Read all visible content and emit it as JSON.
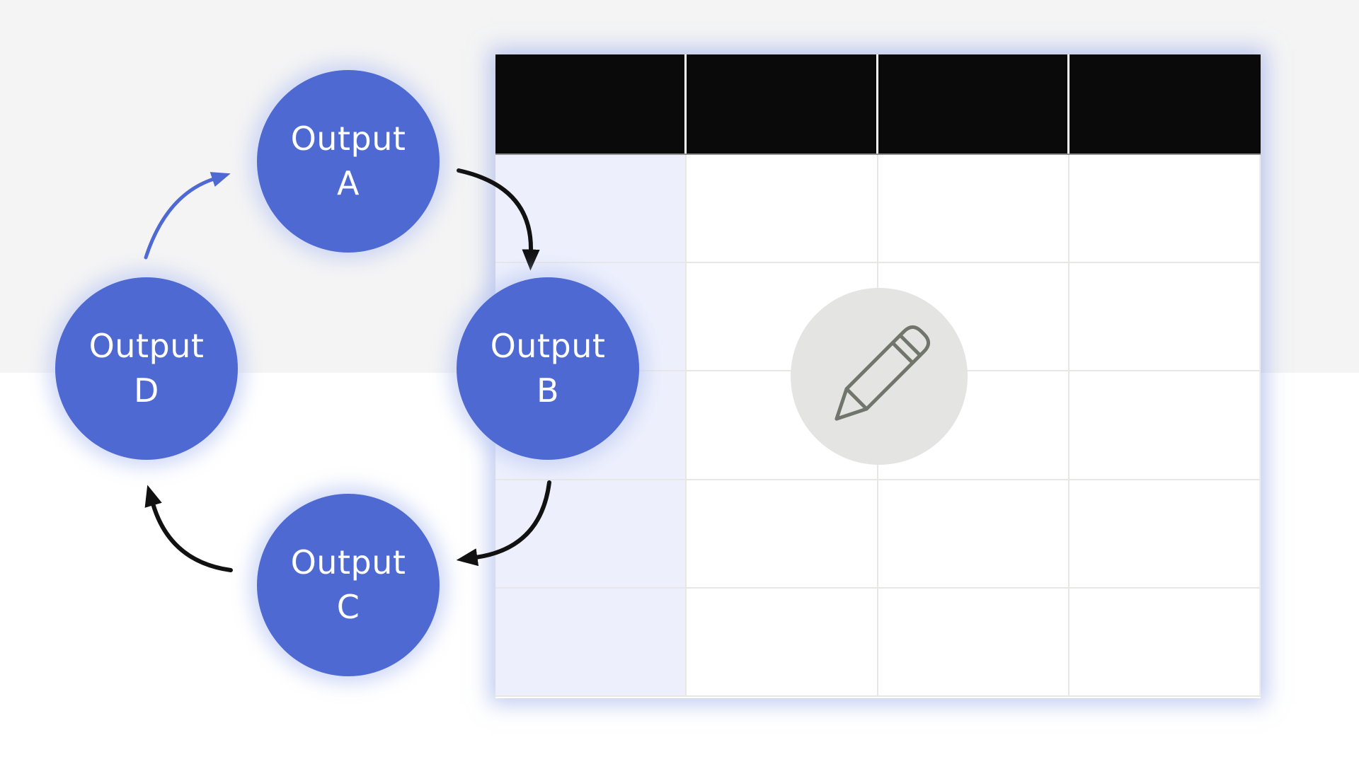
{
  "background": {
    "top_color": "#f4f4f5",
    "bottom_color": "#ffffff"
  },
  "diagram": {
    "node_color": "#4e69d2",
    "text_color": "#ffffff",
    "nodes": [
      {
        "id": "A",
        "line1": "Output",
        "line2": "A"
      },
      {
        "id": "B",
        "line1": "Output",
        "line2": "B"
      },
      {
        "id": "C",
        "line1": "Output",
        "line2": "C"
      },
      {
        "id": "D",
        "line1": "Output",
        "line2": "D"
      }
    ],
    "edges": [
      {
        "from": "D",
        "to": "A",
        "color": "#4e69d2",
        "style": "curved-arrow"
      },
      {
        "from": "A",
        "to": "B",
        "color": "#111111",
        "style": "curved-arrow"
      },
      {
        "from": "B",
        "to": "C",
        "color": "#111111",
        "style": "curved-arrow"
      },
      {
        "from": "C",
        "to": "D",
        "color": "#111111",
        "style": "curved-arrow"
      }
    ]
  },
  "table": {
    "columns": 4,
    "data_rows": 5,
    "header_bg": "#0a0a0a",
    "header_divider_color": "#ffffff",
    "first_column_bg": "#edf0fc",
    "cell_bg": "#ffffff",
    "gridline_color": "#e7e7e5",
    "glow_color": "#8a9ee6",
    "header_labels": [
      "",
      "",
      "",
      ""
    ],
    "rows": [
      [
        "",
        "",
        "",
        ""
      ],
      [
        "",
        "",
        "",
        ""
      ],
      [
        "",
        "",
        "",
        ""
      ],
      [
        "",
        "",
        "",
        ""
      ],
      [
        "",
        "",
        "",
        ""
      ]
    ]
  },
  "edit_badge": {
    "icon": "pencil-icon",
    "bg_color": "#e4e4e2",
    "stroke_color": "#71766c"
  }
}
